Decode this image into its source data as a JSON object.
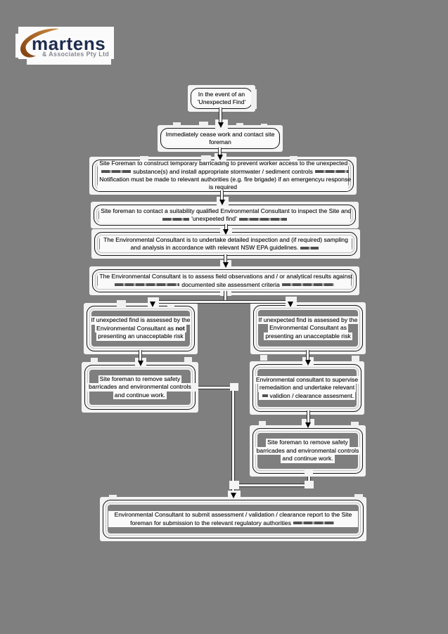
{
  "logo": {
    "name": "martens",
    "subtitle": "& Associates Pty Ltd",
    "colors": {
      "name": "#1e2c4e",
      "subtitle": "#84878f",
      "swoosh_dark": "#7e3d10",
      "swoosh_light": "#cd8a3e"
    }
  },
  "page": {
    "background": "#7f7f7f"
  },
  "flow": {
    "start": {
      "lines": [
        "In the event of an",
        "'Unexpected Find'"
      ]
    },
    "cease": {
      "lines": [
        "Immediately cease work and contact site",
        "foreman"
      ]
    },
    "barricade": {
      "lines": [
        "Site Foreman to construct temporary barricading to prevent worker access to the unexpected",
        "substance(s) and install appropriate stormwater / sediment controls",
        "Notification must be made to relevant authorities (e.g. fire brigade) if an emergencyu response",
        "is required"
      ]
    },
    "contact_consultant": {
      "lines": [
        "Site foreman to contact a suitability qualified Environmental Consultant to inspect the Site and",
        "'unexpeeted find'"
      ]
    },
    "inspection": {
      "lines": [
        "The Environmental Consultant is to undertake detailed inspection and (if required) sampling",
        "and analysis in accordance with relevant NSW EPA guidelines."
      ]
    },
    "assessment": {
      "lines": [
        "The Environmental Consultant is to assess field observations and / or analytical results against",
        "documented site assessment criteria"
      ]
    },
    "no_risk": {
      "line1": "If unexpected find is assessed by the",
      "line2_prefix": "Environmental Consultant as ",
      "line2_bold": "not",
      "line3": "presenting an unacceptable risk"
    },
    "risk": {
      "lines": [
        "If unexpected find is assessed by the",
        "Environmental Consultant as",
        "presenting an unacceptable risk"
      ]
    },
    "remove_left": {
      "lines": [
        "Site foreman to remove safety",
        "barricades and environmental controls",
        "and continue work."
      ]
    },
    "remediate": {
      "lines": [
        "Environmental consultant to supervise",
        "remedaition and undertake relevant",
        "validion / clearance assesment."
      ]
    },
    "remove_right": {
      "lines": [
        "Site foreman to remove safety",
        "barricades and environmental controls",
        "and continue work."
      ]
    },
    "submit_report": {
      "lines": [
        "Environmental Consultant to submit assessment / validation / clearance report to the Site",
        "foreman for submission to the relevant regulatory authorities"
      ]
    }
  }
}
